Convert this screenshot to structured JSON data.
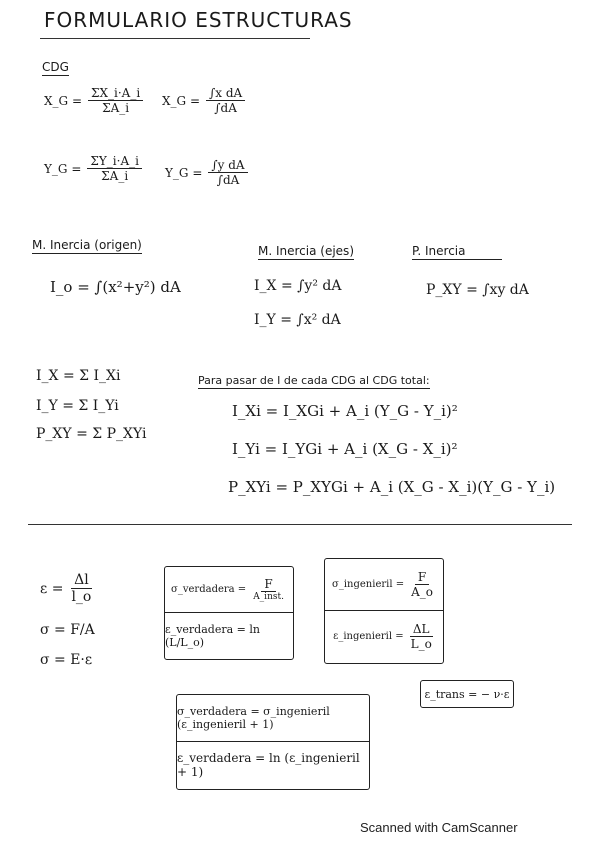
{
  "title": "FORMULARIO ESTRUCTURAS",
  "cdg": {
    "heading": "CDG",
    "xg_sum": {
      "lhs": "X_G =",
      "num": "ΣX_i·A_i",
      "den": "ΣA_i"
    },
    "xg_int": {
      "lhs": "X_G =",
      "num": "∫x dA",
      "den": "∫dA"
    },
    "yg_sum": {
      "lhs": "Y_G =",
      "num": "ΣY_i·A_i",
      "den": "ΣA_i"
    },
    "yg_int": {
      "lhs": "Y_G =",
      "num": "∫y dA",
      "den": "∫dA"
    }
  },
  "inertia": {
    "origin_heading": "M. Inercia (origen)",
    "origin_formula": "I_o = ∫(x²+y²) dA",
    "axes_heading": "M. Inercia (ejes)",
    "ix_formula": "I_X = ∫y² dA",
    "iy_formula": "I_Y = ∫x² dA",
    "product_heading": "P. Inercia",
    "pxy_formula": "P_XY = ∫xy dA"
  },
  "sums": {
    "ix": "I_X = Σ I_Xi",
    "iy": "I_Y = Σ I_Yi",
    "pxy": "P_XY = Σ P_XYi"
  },
  "steiner": {
    "heading": "Para pasar de I de cada CDG al CDG total:",
    "ixi": "I_Xi = I_XGi + A_i (Y_G - Y_i)²",
    "iyi": "I_Yi = I_YGi + A_i (X_G - X_i)²",
    "pxyi": "P_XYi = P_XYGi + A_i (X_G - X_i)(Y_G - Y_i)"
  },
  "stress": {
    "strain": {
      "lhs": "ε =",
      "num": "Δl",
      "den": "l_o"
    },
    "sigma_fa": "σ = F/A",
    "sigma_ee": "σ = E·ε",
    "box1": {
      "sigma_lhs": "σ_verdadera =",
      "sigma_num": "F",
      "sigma_den": "A_inst.",
      "eps": "ε_verdadera = ln (L/L_o)"
    },
    "box2": {
      "sigma_lhs": "σ_ingenieril =",
      "sigma_num": "F",
      "sigma_den": "A_o",
      "eps_lhs": "ε_ingenieril =",
      "eps_num": "ΔL",
      "eps_den": "L_o"
    },
    "transverse": "ε_trans = − ν·ε",
    "box3": {
      "sigma": "σ_verdadera = σ_ingenieril (ε_ingenieril + 1)",
      "eps": "ε_verdadera = ln (ε_ingenieril + 1)"
    }
  },
  "footer": "Scanned with CamScanner"
}
